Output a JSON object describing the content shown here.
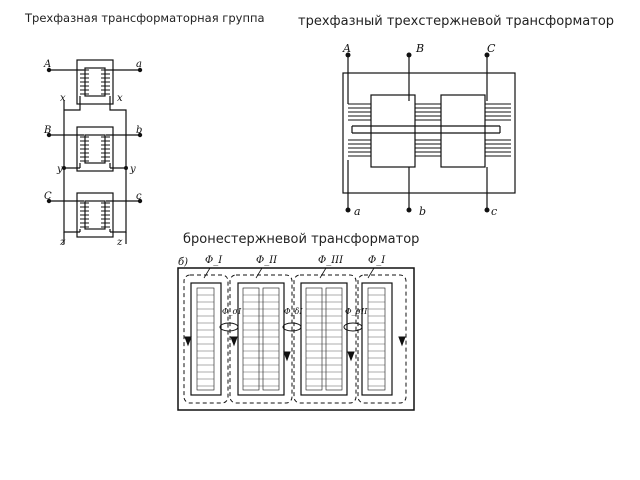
{
  "titles": {
    "group": "Трехфазная трансформаторная группа",
    "three_core": "трехфазный трехстержневой трансформатор",
    "shell": "бронестержневой трансформатор"
  },
  "group_diagram": {
    "left_labels": [
      "A",
      "x",
      "B",
      "y",
      "C",
      "z"
    ],
    "right_labels": [
      "a",
      "x",
      "b",
      "y",
      "c",
      "z"
    ]
  },
  "three_core_diagram": {
    "top_labels": [
      "A",
      "B",
      "C"
    ],
    "bottom_labels": [
      "a",
      "b",
      "c"
    ]
  },
  "shell_diagram": {
    "panel_label": "б)",
    "flux_top": [
      "Φ_I",
      "Φ_II",
      "Φ_III",
      "Φ_I"
    ],
    "flux_mid": [
      "Φ_σI",
      "Φ_δI",
      "Φ_σII"
    ]
  },
  "colors": {
    "line": "#111111",
    "background": "#ffffff"
  }
}
